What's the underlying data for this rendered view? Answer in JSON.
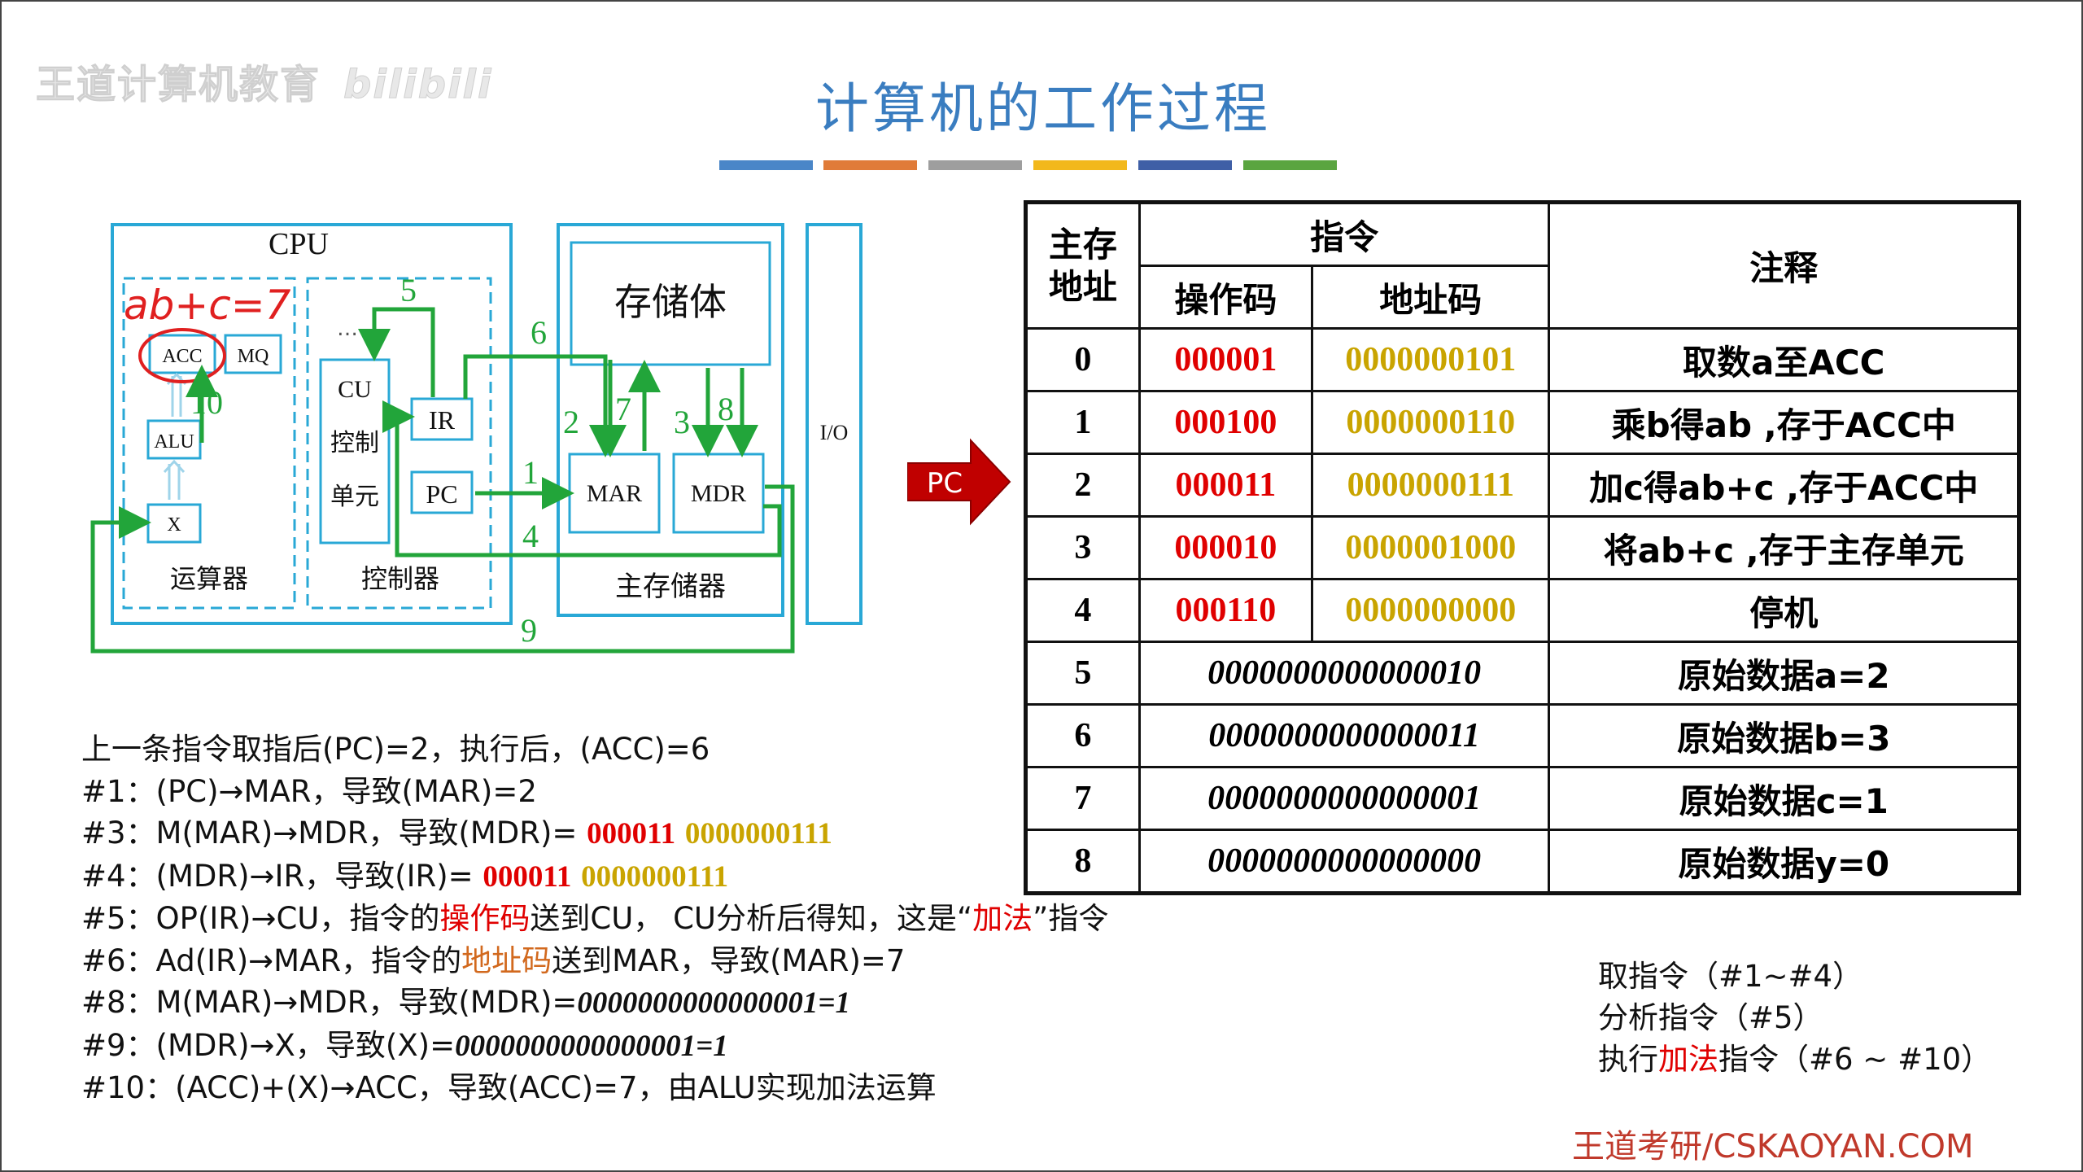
{
  "watermark": {
    "brand": "王道计算机教育",
    "site": "bilibili"
  },
  "title": "计算机的工作过程",
  "colors": {
    "bars": [
      "#4a86c8",
      "#e07b39",
      "#9e9e9e",
      "#f2b81c",
      "#3f5fa6",
      "#5aa540"
    ],
    "title": "#3a7dc0",
    "diagram_line": "#29a8d6",
    "arrow_green": "#22a53a",
    "op_red": "#e00000",
    "addr_gold": "#c9a400"
  },
  "diagram": {
    "cpu": "CPU",
    "handwriting": "ab+c=7",
    "acc": "ACC",
    "mq": "MQ",
    "alu": "ALU",
    "x": "X",
    "alu_unit": "运算器",
    "cu": "CU",
    "cu_sub1": "控制",
    "cu_sub2": "单元",
    "ellipsis": "…",
    "ir": "IR",
    "pc": "PC",
    "control_unit": "控制器",
    "storage_body": "存储体",
    "mar": "MAR",
    "mdr": "MDR",
    "main_memory": "主存储器",
    "io": "I/O",
    "step_labels": {
      "s1": "1",
      "s2": "2",
      "s3": "3",
      "s4": "4",
      "s5": "5",
      "s6": "6",
      "s7": "7",
      "s8": "8",
      "s9": "9",
      "s10": "10"
    }
  },
  "pc_pointer": "PC",
  "table": {
    "headers": {
      "addr": "主存地址",
      "instr": "指令",
      "opcode": "操作码",
      "address_code": "地址码",
      "note": "注释"
    },
    "rows": [
      {
        "addr": "0",
        "op": "000001",
        "ad": "0000000101",
        "note": "取数a至ACC"
      },
      {
        "addr": "1",
        "op": "000100",
        "ad": "0000000110",
        "note": "乘b得ab ,存于ACC中"
      },
      {
        "addr": "2",
        "op": "000011",
        "ad": "0000000111",
        "note": "加c得ab+c ,存于ACC中"
      },
      {
        "addr": "3",
        "op": "000010",
        "ad": "0000001000",
        "note": "将ab+c ,存于主存单元"
      },
      {
        "addr": "4",
        "op": "000110",
        "ad": "0000000000",
        "note": "停机"
      },
      {
        "addr": "5",
        "data": "0000000000000010",
        "note": "原始数据a=2"
      },
      {
        "addr": "6",
        "data": "0000000000000011",
        "note": "原始数据b=3"
      },
      {
        "addr": "7",
        "data": "0000000000000001",
        "note": "原始数据c=1"
      },
      {
        "addr": "8",
        "data": "0000000000000000",
        "note": "原始数据y=0"
      }
    ]
  },
  "steps": {
    "intro": "上一条指令取指后(PC)=2，执行后，(ACC)=6",
    "s1": "#1：(PC)→MAR，导致(MAR)=2",
    "s3_a": "#3：M(MAR)→MDR，导致(MDR)= ",
    "s3_op": "000011",
    "s3_ad": "0000000111",
    "s4_a": "#4：(MDR)→IR，导致(IR)= ",
    "s4_op": "000011",
    "s4_ad": "0000000111",
    "s5_a": "#5：OP(IR)→CU，指令的",
    "s5_b": "操作码",
    "s5_c": "送到CU， CU分析后得知，这是“",
    "s5_d": "加法",
    "s5_e": "”指令",
    "s6_a": "#6：Ad(IR)→MAR，指令的",
    "s6_b": "地址码",
    "s6_c": "送到MAR，导致(MAR)=7",
    "s8_a": "#8：M(MAR)→MDR，导致(MDR)=",
    "s8_b": "0000000000000001=1",
    "s9_a": "#9：(MDR)→X，导致(X)=",
    "s9_b": "0000000000000001=1",
    "s10": "#10：(ACC)+(X)→ACC，导致(ACC)=7，由ALU实现加法运算"
  },
  "summary": {
    "fetch": "取指令（#1~#4）",
    "analyze": "分析指令（#5）",
    "exec_a": "执行",
    "exec_b": "加法",
    "exec_c": "指令（#6 ~ #10）"
  },
  "footer": "王道考研/CSKAOYAN.COM"
}
